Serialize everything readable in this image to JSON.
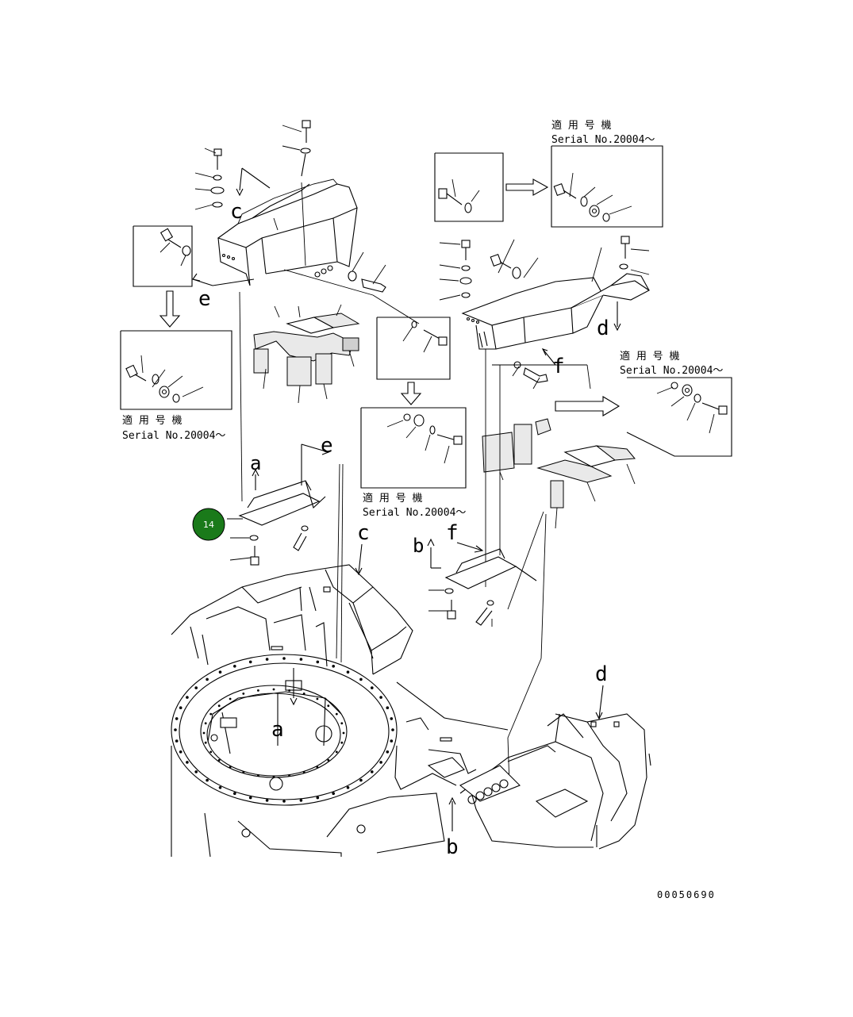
{
  "notes": {
    "applicable_label": "適 用 号 機",
    "serial_label": "Serial No.20004～"
  },
  "view_letters": [
    "a",
    "b",
    "c",
    "d",
    "e",
    "f"
  ],
  "callout": {
    "number": "14",
    "color": "#1a7a1a"
  },
  "drawing_number": "00050690"
}
